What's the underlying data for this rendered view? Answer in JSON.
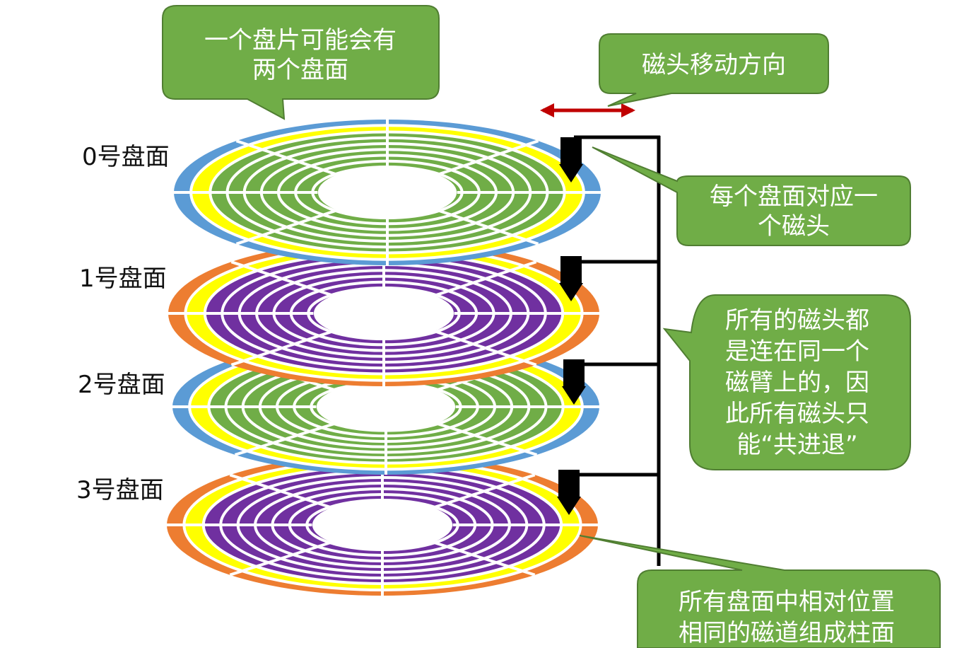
{
  "platters": [
    {
      "label": "0号盘面",
      "scheme": "blue-green"
    },
    {
      "label": "1号盘面",
      "scheme": "orange-purple"
    },
    {
      "label": "2号盘面",
      "scheme": "blue-green"
    },
    {
      "label": "3号盘面",
      "scheme": "orange-purple"
    }
  ],
  "callouts": {
    "two_surfaces": [
      "一个盘片可能会有",
      "两个盘面"
    ],
    "head_direction": [
      "磁头移动方向"
    ],
    "head_per_surface": [
      "每个盘面对应一",
      "个磁头"
    ],
    "shared_arm": [
      "所有的磁头都",
      "是连在同一个",
      "磁臂上的，因",
      "此所有磁头只",
      "能“共进退”"
    ],
    "cylinder": [
      "所有盘面中相对位置",
      "相同的磁道组成柱面"
    ]
  },
  "colors": {
    "callout_fill": "#70ad47",
    "callout_border": "#507e32",
    "arrow": "#c00000",
    "scheme_blue_green": [
      "#5b9bd5",
      "#ffff00",
      "#70ad47"
    ],
    "scheme_orange_purple": [
      "#ed7d31",
      "#ffff00",
      "#7030a0"
    ]
  },
  "icons": {
    "head": "read-write-head-icon",
    "direction": "double-headed-arrow-icon"
  }
}
